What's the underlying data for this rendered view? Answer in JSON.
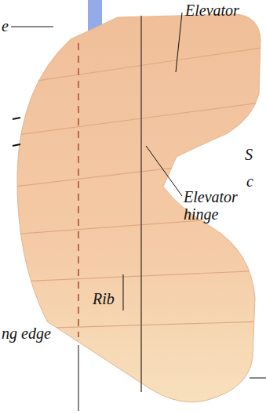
{
  "diagram": {
    "labels": [
      "Elevator",
      "e",
      "S",
      "c",
      "Elevator hinge",
      "Rib",
      "ng edge"
    ]
  }
}
